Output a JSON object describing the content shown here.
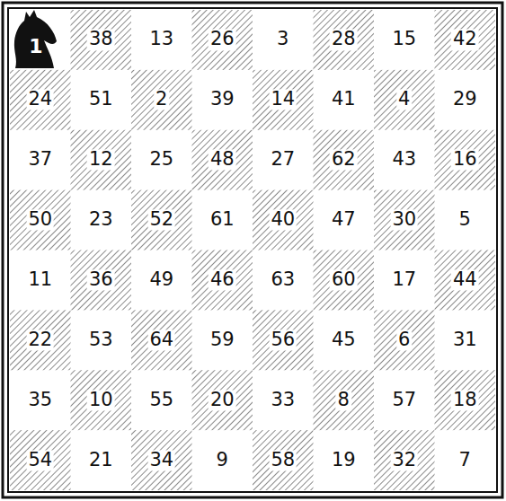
{
  "diagram": {
    "labels": [
      "1",
      "38",
      "13",
      "26",
      "3",
      "28",
      "15",
      "42",
      "24",
      "51",
      "2",
      "39",
      "14",
      "41",
      "4",
      "29",
      "37",
      "12",
      "25",
      "48",
      "27",
      "62",
      "43",
      "16",
      "50",
      "23",
      "52",
      "61",
      "40",
      "47",
      "30",
      "5",
      "11",
      "36",
      "49",
      "46",
      "63",
      "60",
      "17",
      "44",
      "22",
      "53",
      "64",
      "59",
      "56",
      "45",
      "6",
      "31",
      "35",
      "10",
      "55",
      "20",
      "33",
      "8",
      "57",
      "18",
      "54",
      "21",
      "34",
      "9",
      "58",
      "19",
      "32",
      "7"
    ]
  }
}
